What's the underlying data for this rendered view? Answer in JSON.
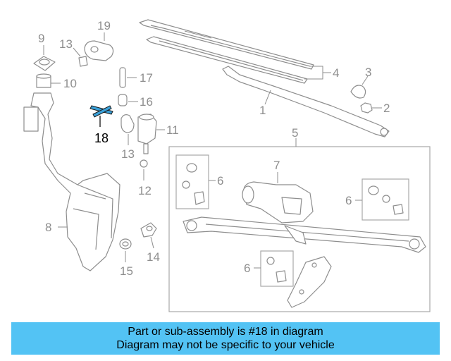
{
  "callouts": {
    "c1": "1",
    "c2": "2",
    "c3": "3",
    "c4": "4",
    "c5": "5",
    "c6a": "6",
    "c6b": "6",
    "c6c": "6",
    "c7": "7",
    "c8": "8",
    "c9": "9",
    "c10": "10",
    "c11": "11",
    "c12": "12",
    "c13a": "13",
    "c13b": "13",
    "c14": "14",
    "c15": "15",
    "c16": "16",
    "c17": "17",
    "c18": "18",
    "c19": "19"
  },
  "banner": {
    "line1": "Part or sub-assembly is #18 in diagram",
    "line2": "Diagram may not be specific to your vehicle"
  },
  "colors": {
    "banner_bg": "#53c3f4",
    "highlight_part": "#3aa0d8",
    "line_art": "#8e8e8e"
  }
}
